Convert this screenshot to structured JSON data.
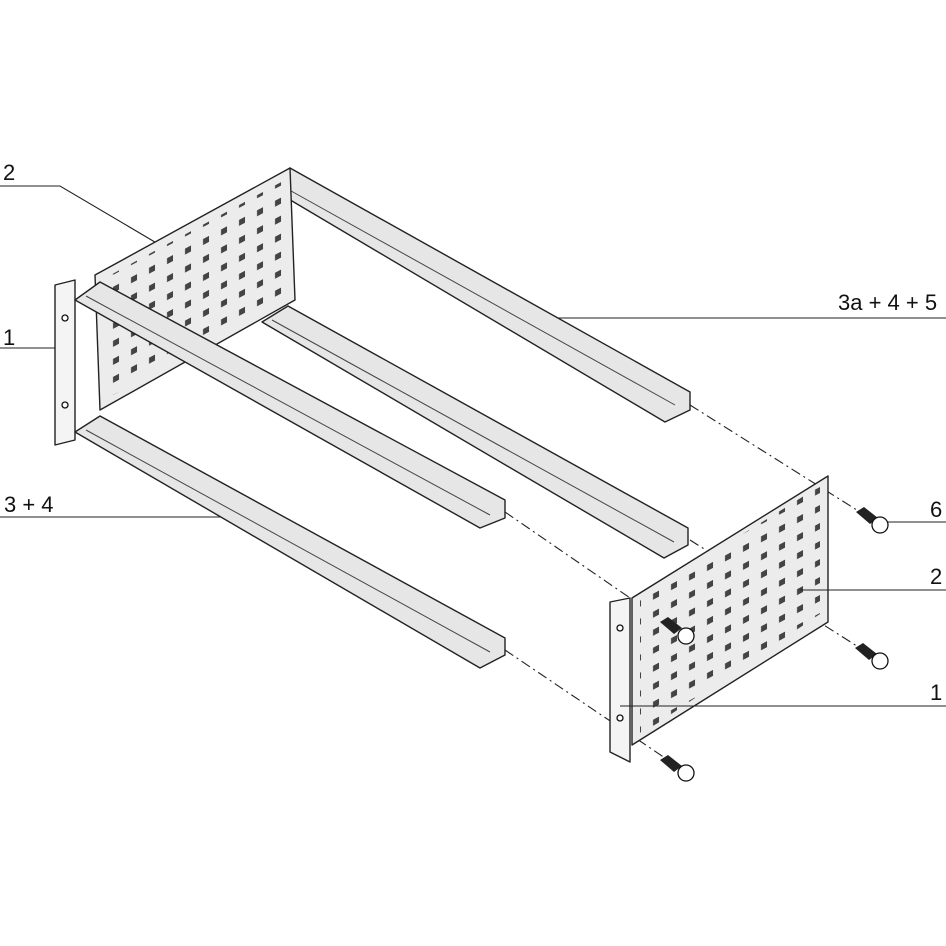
{
  "diagram": {
    "title": "Subrack assembly exploded view",
    "callouts": {
      "side_panel_top_left": "2",
      "front_flange_left": "1",
      "rail_back_top": "3a + 4 + 5",
      "rail_front_bottom": "3 + 4",
      "screw": "6",
      "side_panel_right": "2",
      "front_flange_right": "1"
    }
  }
}
